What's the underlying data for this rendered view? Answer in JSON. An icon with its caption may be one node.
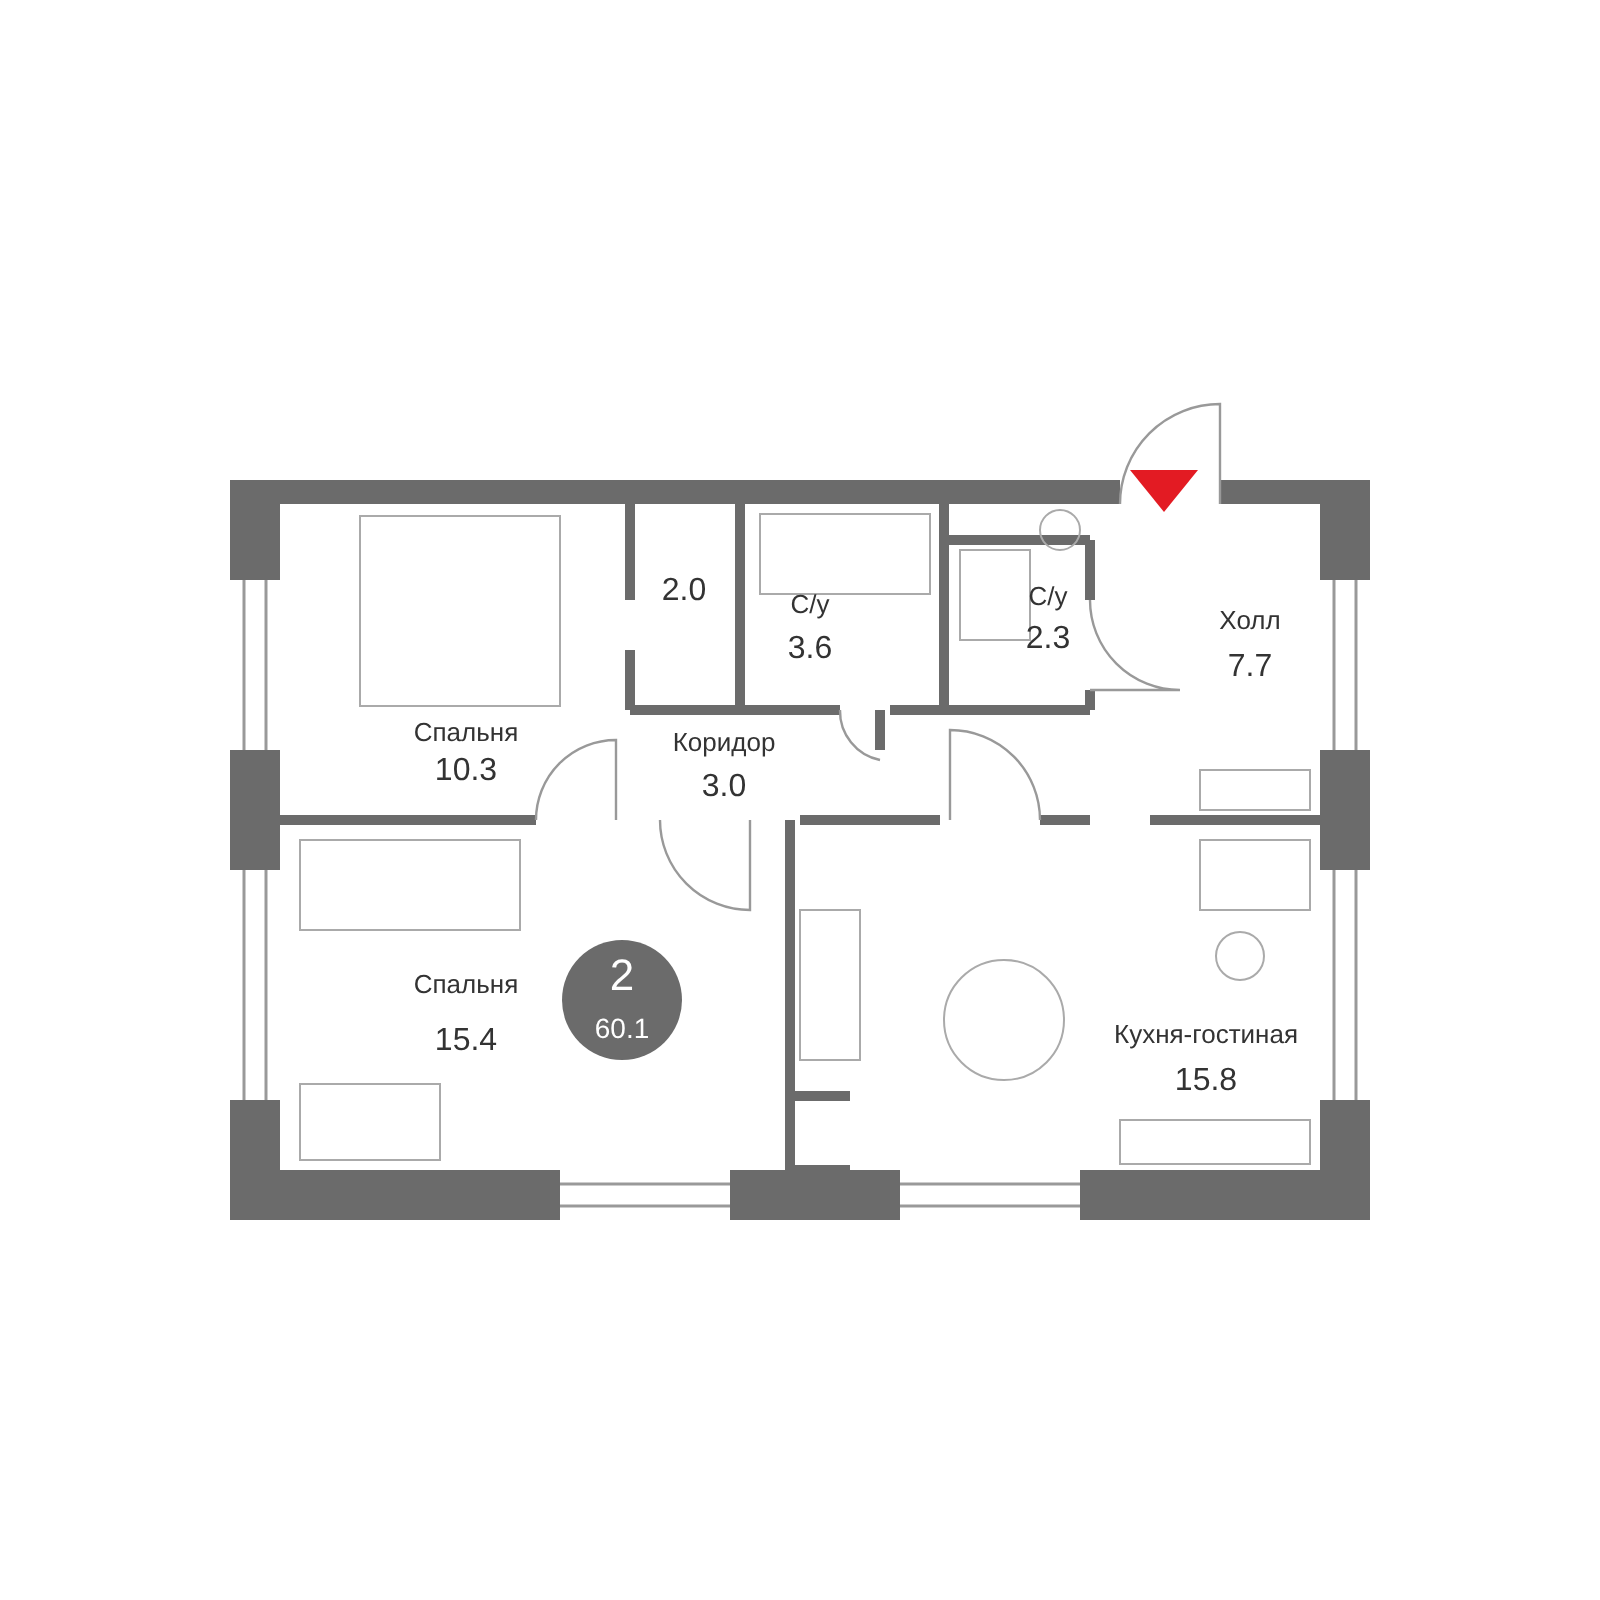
{
  "diagram": {
    "nodes": [
      {
        "text": [
          "Спальня",
          "10.3"
        ]
      },
      {
        "text": [
          "2.0"
        ]
      },
      {
        "text": [
          "С/у",
          "3.6"
        ]
      },
      {
        "text": [
          "С/у",
          "2.3"
        ]
      },
      {
        "text": [
          "Холл",
          "7.7"
        ]
      },
      {
        "text": [
          "Коридор",
          "3.0"
        ]
      },
      {
        "text": [
          "Спальня",
          "15.4"
        ]
      },
      {
        "text": [
          "2",
          "60.1"
        ]
      },
      {
        "text": [
          "Кухня-гостиная",
          "15.8"
        ]
      }
    ]
  }
}
